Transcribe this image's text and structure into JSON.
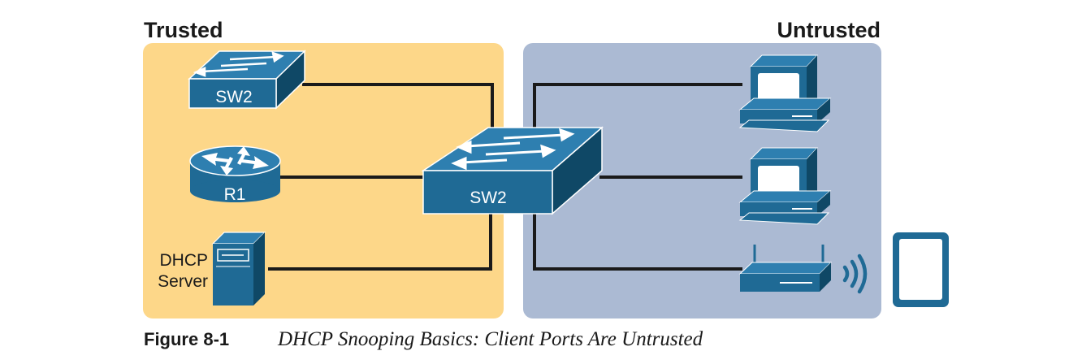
{
  "zones": {
    "trusted": {
      "label": "Trusted",
      "color": "#FDD789"
    },
    "untrusted": {
      "label": "Untrusted",
      "color": "#ABBAD3"
    }
  },
  "devices": {
    "trusted_switch": {
      "label": "SW2"
    },
    "router": {
      "label": "R1"
    },
    "dhcp_server": {
      "label_line1": "DHCP",
      "label_line2": "Server"
    },
    "center_switch": {
      "label": "SW2"
    }
  },
  "icons": [
    "switch-icon",
    "router-icon",
    "server-icon",
    "pc-icon",
    "wireless-ap-icon",
    "tablet-icon"
  ],
  "colors": {
    "device_blue": "#1F6A95",
    "device_dark": "#0F4866",
    "link": "#1a1a1a"
  },
  "caption": {
    "number": "Figure 8-1",
    "text": "DHCP Snooping Basics: Client Ports Are Untrusted"
  }
}
